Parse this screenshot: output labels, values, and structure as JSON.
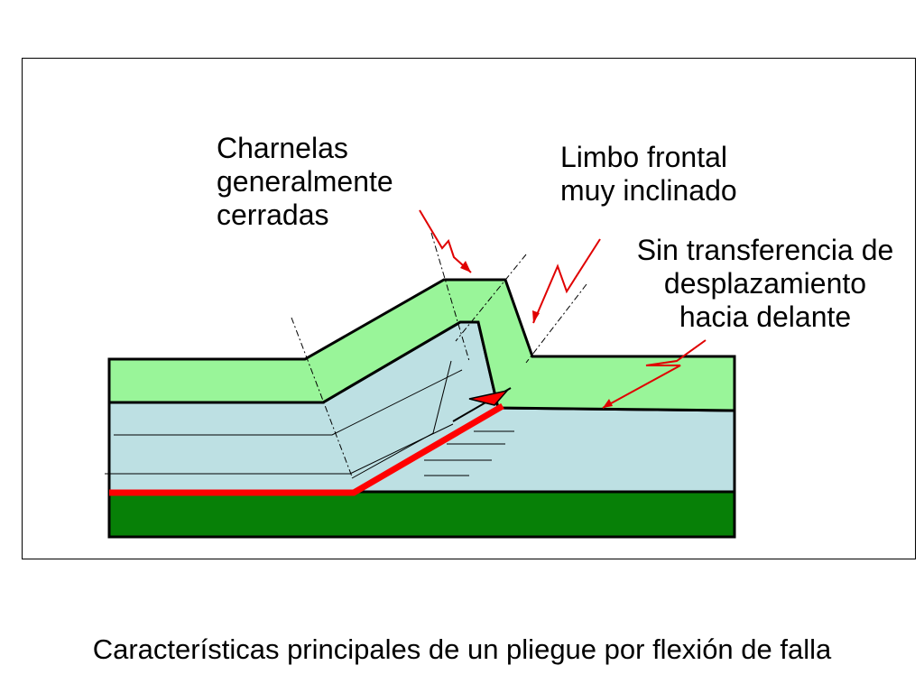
{
  "annotations": {
    "hinges": {
      "lines": [
        "Charnelas",
        "generalmente",
        "cerradas"
      ]
    },
    "front_limb": {
      "lines": [
        "Limbo frontal",
        "muy inclinado"
      ]
    },
    "no_transfer": {
      "lines": [
        "Sin transferencia de",
        "desplazamiento",
        "hacia delante"
      ]
    }
  },
  "caption": "Características principales de un pliegue por flexión de falla",
  "colors": {
    "upper_layer": "#99f599",
    "middle_layer": "#bde0e3",
    "base_layer": "#078007",
    "fault": "#ff0000",
    "arrow": "#e00000"
  }
}
